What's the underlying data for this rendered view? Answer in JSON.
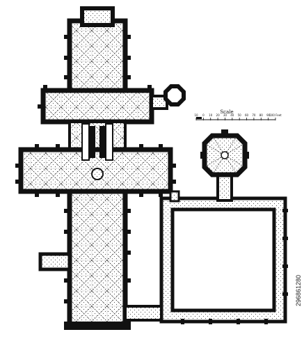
{
  "figure": {
    "scale_label": "Scale",
    "scale_ticks": [
      "10",
      "0",
      "10",
      "20",
      "30",
      "40",
      "50",
      "60",
      "70",
      "80",
      "90",
      "100 Feet"
    ],
    "stock_id": "296861280",
    "ink_color": "#111111",
    "paper_color": "#ffffff"
  }
}
